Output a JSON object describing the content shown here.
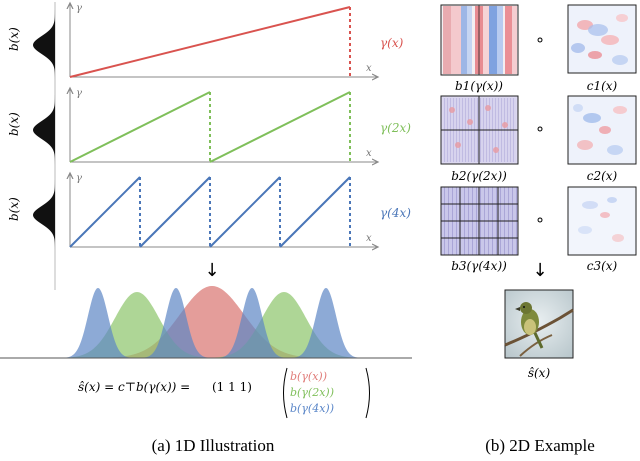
{
  "left_panel": {
    "rows": [
      {
        "basis_label": "b(x)",
        "y_axis": "γ",
        "x_axis": "x",
        "series_label": "γ(x)",
        "teeth": 1,
        "color": "#d9534f"
      },
      {
        "basis_label": "b(x)",
        "y_axis": "γ",
        "x_axis": "x",
        "series_label": "γ(2x)",
        "teeth": 2,
        "color": "#7fbf5a"
      },
      {
        "basis_label": "b(x)",
        "y_axis": "γ",
        "x_axis": "x",
        "series_label": "γ(4x)",
        "teeth": 4,
        "color": "#4a76b8"
      }
    ],
    "arrow_symbol": "↓",
    "equation": {
      "lhs": "ŝ(x) = c⊤b(γ(x)) =",
      "row_vector": "(1   1   1)",
      "column": [
        "b(γ(x))",
        "b(γ(2x))",
        "b(γ(4x))"
      ],
      "column_colors": [
        "#e07b78",
        "#7fbf5a",
        "#5a86c8"
      ]
    },
    "caption": "(a) 1D Illustration"
  },
  "right_panel": {
    "rows": [
      {
        "basis_label": "b1(γ(x))",
        "coeff_label": "c1(x)",
        "operator": "∘"
      },
      {
        "basis_label": "b2(γ(2x))",
        "coeff_label": "c2(x)",
        "operator": "∘"
      },
      {
        "basis_label": "b3(γ(4x))",
        "coeff_label": "c3(x)",
        "operator": "∘"
      }
    ],
    "result_label": "ŝ(x)",
    "caption": "(b) 2D Example"
  },
  "colors": {
    "axis": "#888888",
    "red": "#d9534f",
    "green": "#7fbf5a",
    "blue": "#4a76b8"
  }
}
